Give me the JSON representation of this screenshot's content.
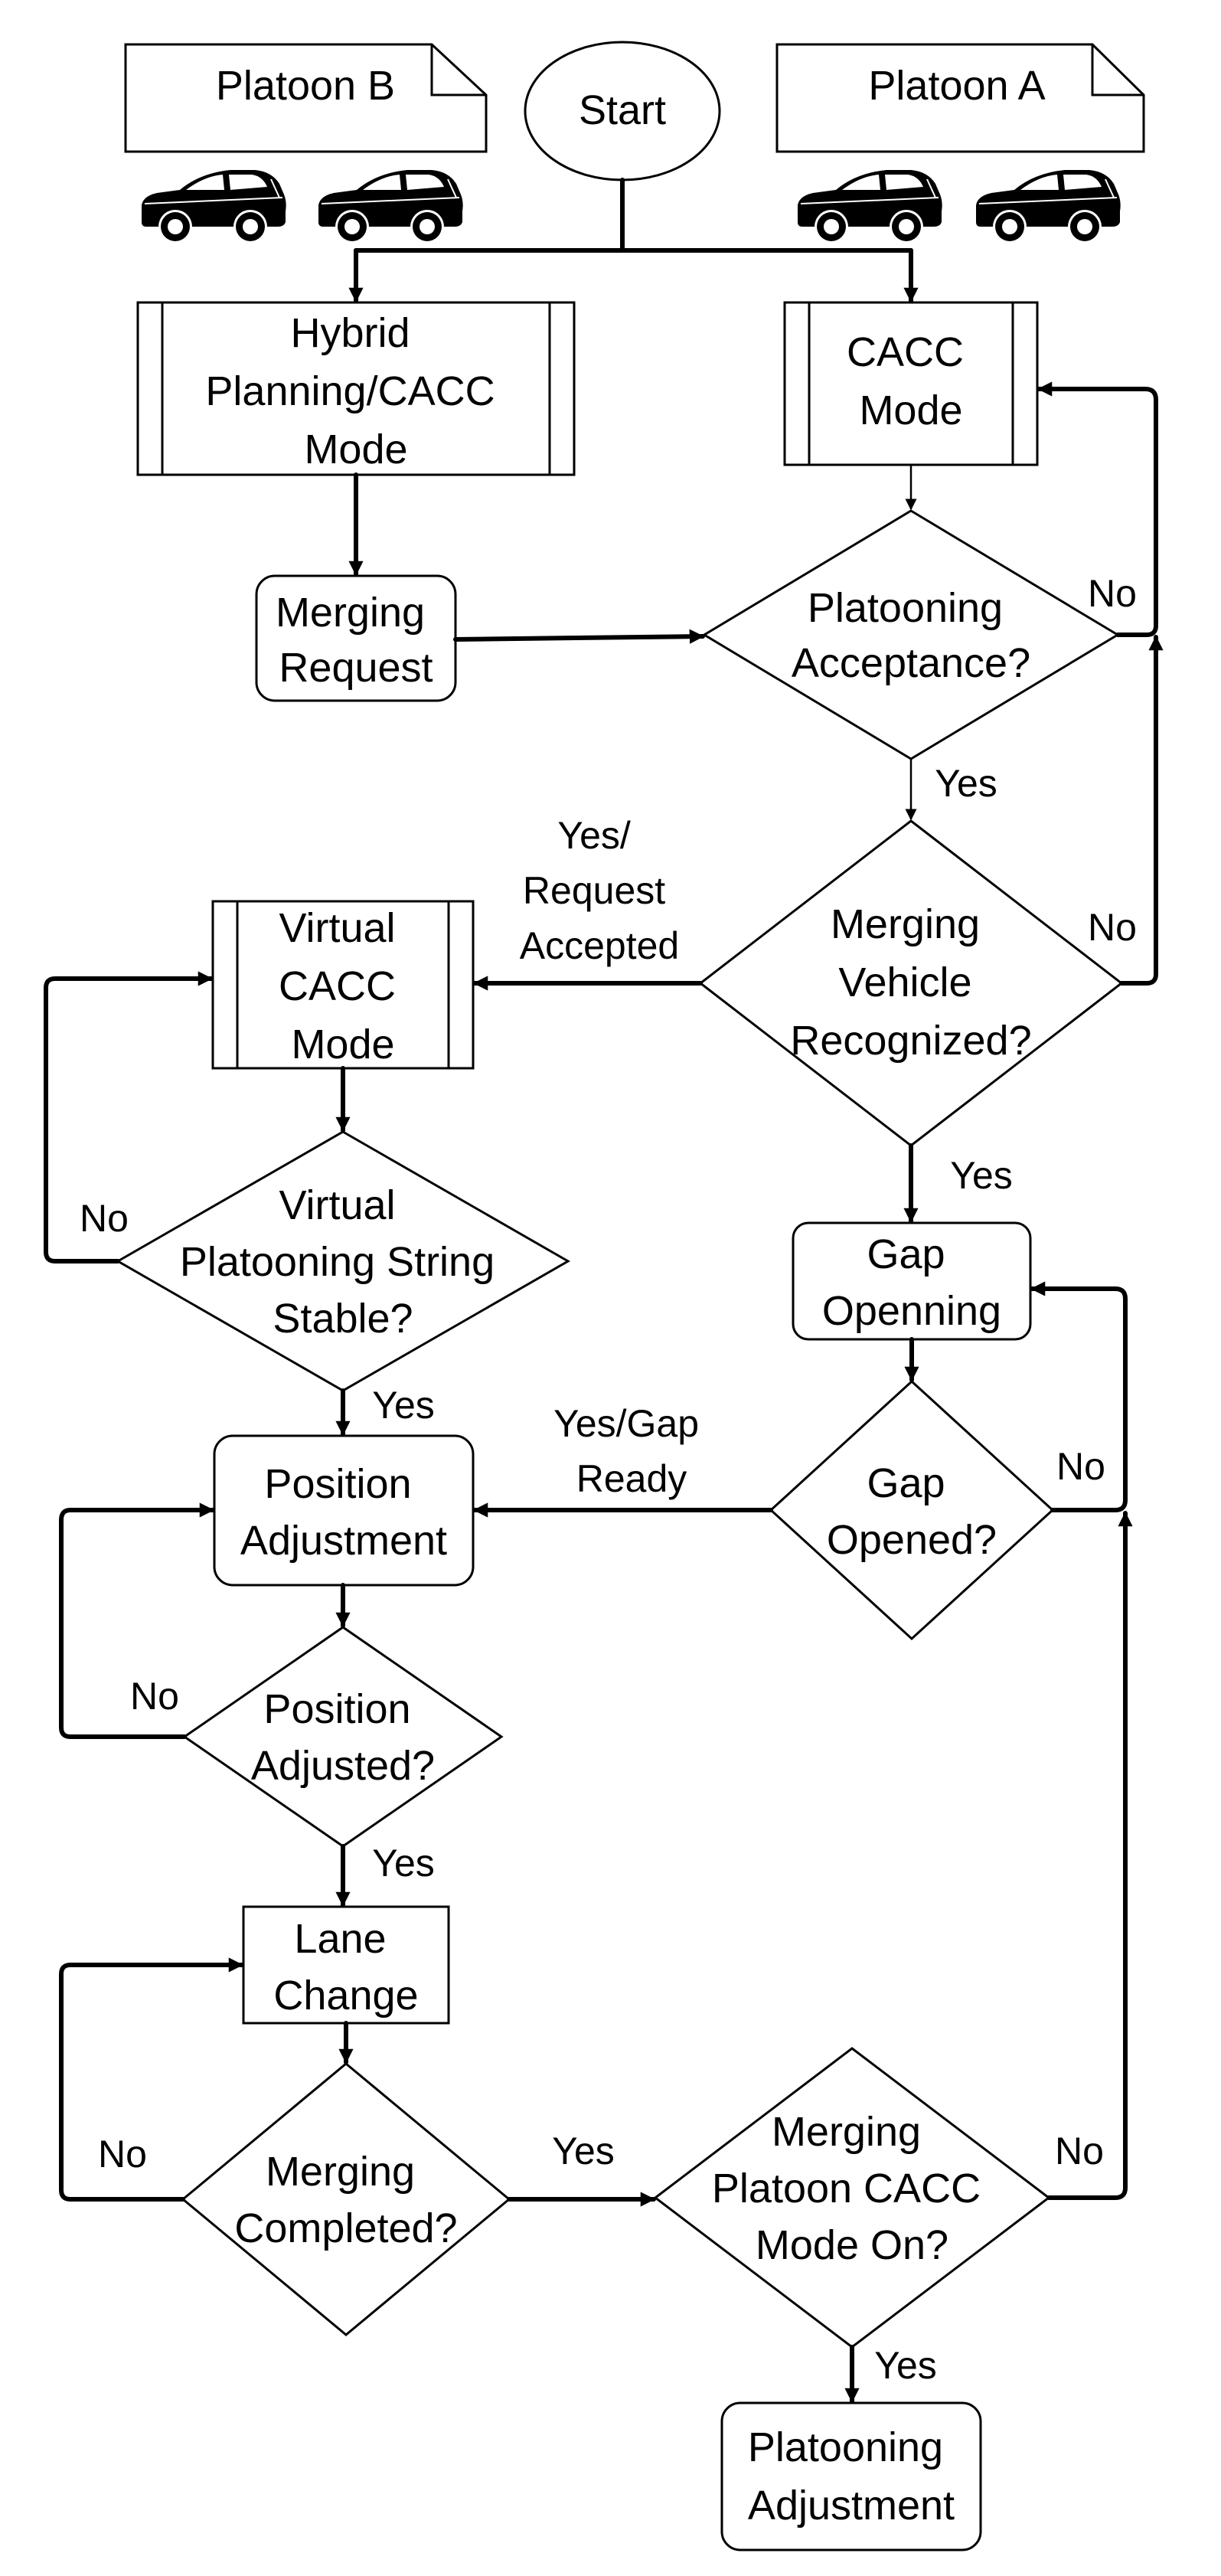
{
  "nodes": {
    "platoon_b": "Platoon B",
    "start": "Start",
    "platoon_a": "Platoon A",
    "hybrid_mode": [
      "Hybrid",
      "Planning/CACC",
      "Mode"
    ],
    "cacc_mode": [
      "CACC",
      "Mode"
    ],
    "merging_request": [
      "Merging",
      "Request"
    ],
    "platooning_acceptance": [
      "Platooning",
      "Acceptance?"
    ],
    "merging_vehicle_recognized": [
      "Merging",
      "Vehicle",
      "Recognized?"
    ],
    "virtual_cacc_mode": [
      "Virtual",
      "CACC",
      "Mode"
    ],
    "virtual_platooning_stable": [
      "Virtual",
      "Platooning String",
      "Stable?"
    ],
    "gap_openning": [
      "Gap",
      "Openning"
    ],
    "gap_opened": [
      "Gap",
      "Opened?"
    ],
    "position_adjustment": [
      "Position",
      "Adjustment"
    ],
    "position_adjusted": [
      "Position",
      "Adjusted?"
    ],
    "lane_change": [
      "Lane",
      "Change"
    ],
    "merging_completed": [
      "Merging",
      "Completed?"
    ],
    "merging_platoon_cacc_on": [
      "Merging",
      "Platoon CACC",
      "Mode On?"
    ],
    "platooning_adjustment": [
      "Platooning",
      "Adjustment"
    ]
  },
  "edge_labels": {
    "no_acceptance": "No",
    "yes_acceptance": "Yes",
    "no_recognized": "No",
    "yes_recognized": "Yes",
    "yes_request_accepted": [
      "Yes/",
      "Request",
      "Accepted"
    ],
    "no_virtual_stable": "No",
    "yes_virtual_stable": "Yes",
    "yes_gap_ready": [
      "Yes/Gap",
      "Ready"
    ],
    "no_gap_opened": "No",
    "no_position_adjusted": "No",
    "yes_position_adjusted": "Yes",
    "no_merging_completed": "No",
    "yes_merging_completed": "Yes",
    "no_cacc_on": "No",
    "yes_cacc_on": "Yes"
  },
  "icons": [
    "car-icon",
    "car-icon",
    "car-icon",
    "car-icon"
  ]
}
